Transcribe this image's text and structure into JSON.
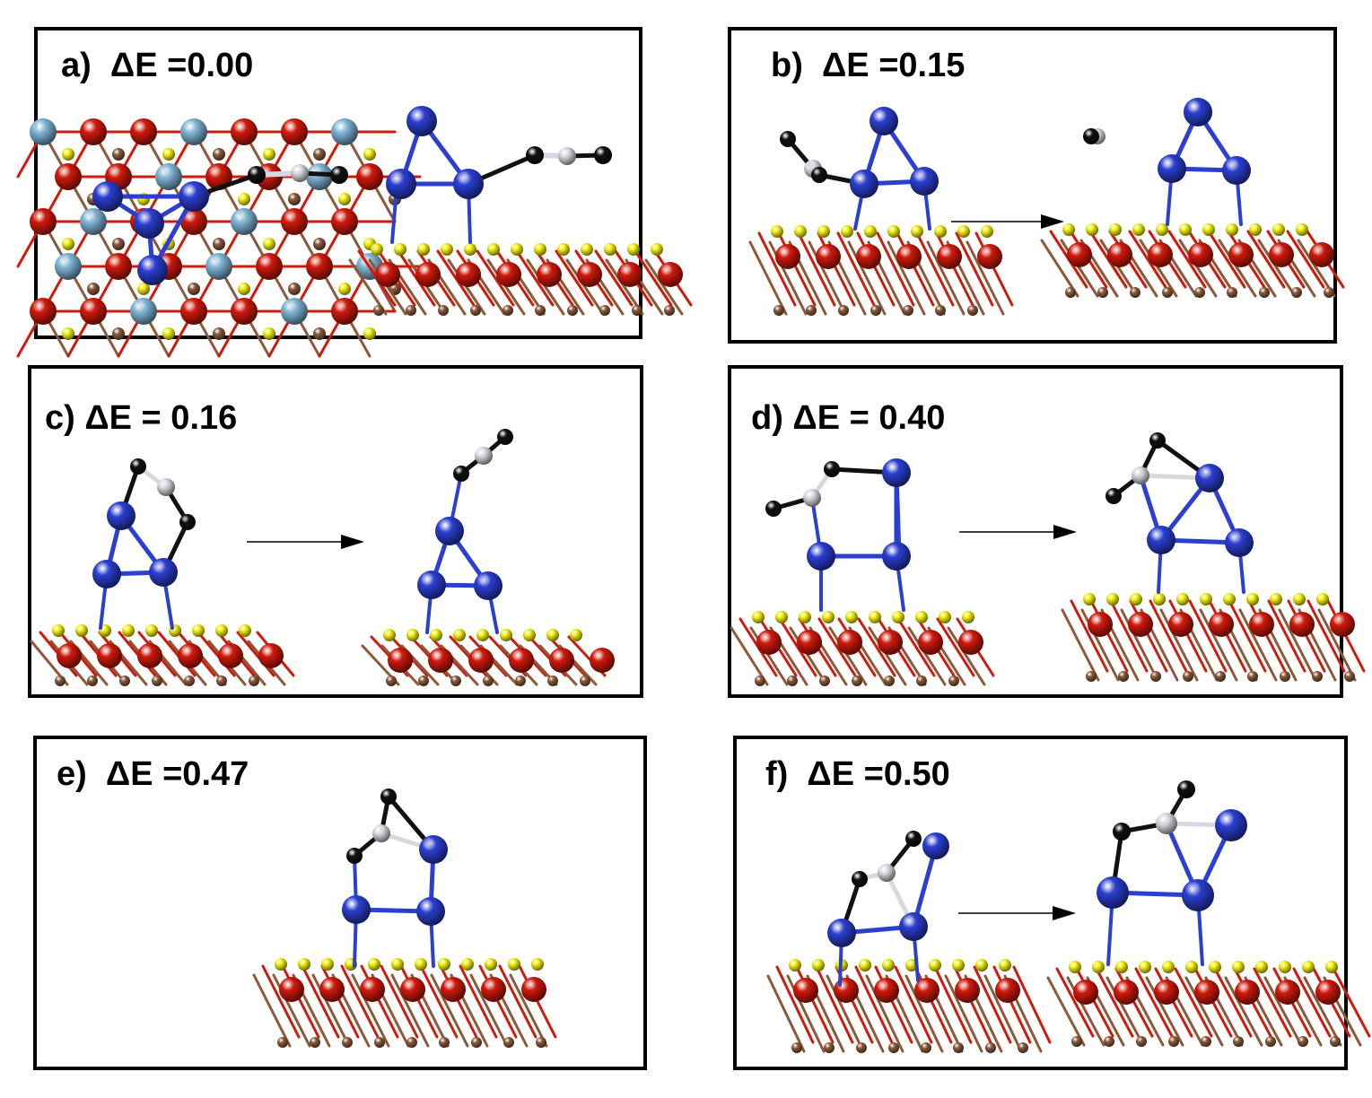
{
  "panels": [
    {
      "label": "a)  ΔE =0.00"
    },
    {
      "label": "b)  ΔE =0.15"
    },
    {
      "label": "c) ΔE = 0.16"
    },
    {
      "label": "d) ΔE = 0.40"
    },
    {
      "label": "e)  ΔE =0.47"
    },
    {
      "label": "f)  ΔE =0.50"
    }
  ],
  "colors": {
    "blue_atom": "#2b3fd1",
    "black_atom": "#111111",
    "white_atom": "#d8d8e0",
    "yellow_atom": "#f2ee10",
    "red_atom": "#d01a0c",
    "brown_atom": "#8b5a3c",
    "lightblue_atom": "#7fb6d6"
  }
}
